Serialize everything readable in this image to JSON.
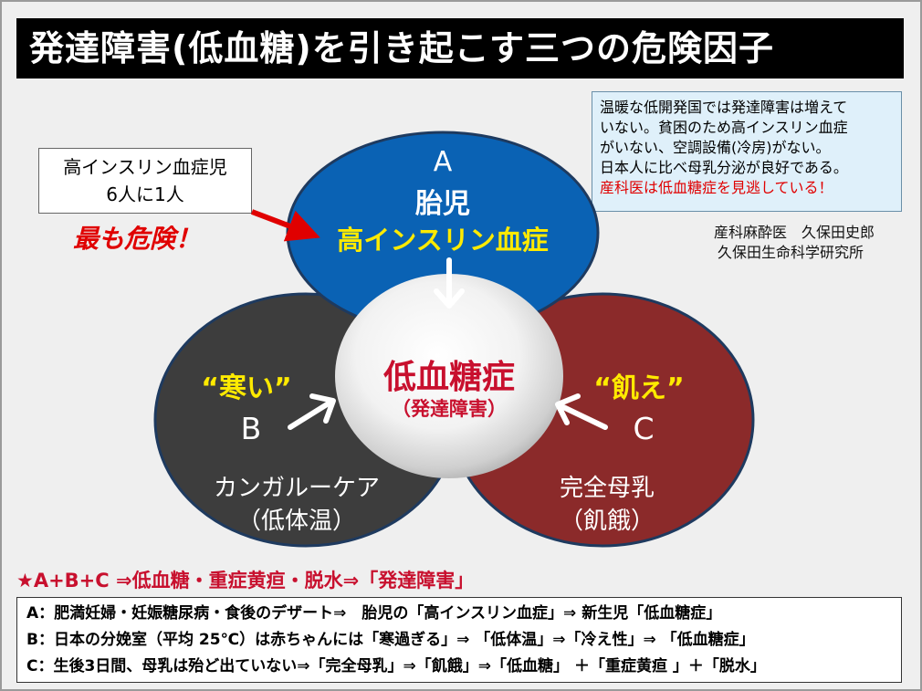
{
  "title": "発達障害(低血糖)を引き起こす三つの危険因子",
  "note": {
    "lines": [
      "温暖な低開発国では発達障害は増えて",
      "いない。貧困のため高インスリン血症",
      "がいない、空調設備(冷房)がない。",
      "日本人に比べ母乳分泌が良好である。"
    ],
    "warning": "産科医は低血糖症を見逃している！"
  },
  "author": {
    "name": "産科麻酔医　久保田史郎",
    "institute": "久保田生命科学研究所"
  },
  "callout": {
    "line1": "高インスリン血症児",
    "line2": "6人に1人",
    "danger": "最も危険！"
  },
  "circles": {
    "a": {
      "letter": "A",
      "sub": "胎児",
      "label": "高インスリン血症",
      "color": "#0a62b4"
    },
    "b": {
      "quote": "“寒い”",
      "letter": "B",
      "label": "カンガルーケア",
      "sub": "（低体温）",
      "color": "#3d3d3d"
    },
    "c": {
      "quote": "“飢え”",
      "letter": "C",
      "label": "完全母乳",
      "sub": "（飢餓）",
      "color": "#8b2a2a"
    },
    "center": {
      "label": "低血糖症",
      "sub": "（発達障害）"
    }
  },
  "colors": {
    "quote_yellow": "#ffea00",
    "center_red": "#c8102e",
    "arrow_red": "#e00000"
  },
  "summary": "★A+B+C ⇒低血糖・重症黄疸・脱水⇒「発達障害」",
  "explanations": [
    "A：肥満妊婦・妊娠糖尿病・食後のデザート⇒　胎児の「高インスリン血症」⇒ 新生児「低血糖症」",
    "B：日本の分娩室（平均 25℃）は赤ちゃんには「寒過ぎる」⇒ 「低体温」⇒「冷え性」⇒ 「低血糖症」",
    "C：生後3日間、母乳は殆ど出ていない⇒「完全母乳」⇒「飢餓」⇒「低血糖」 ＋「重症黄疸 」＋「脱水」"
  ]
}
